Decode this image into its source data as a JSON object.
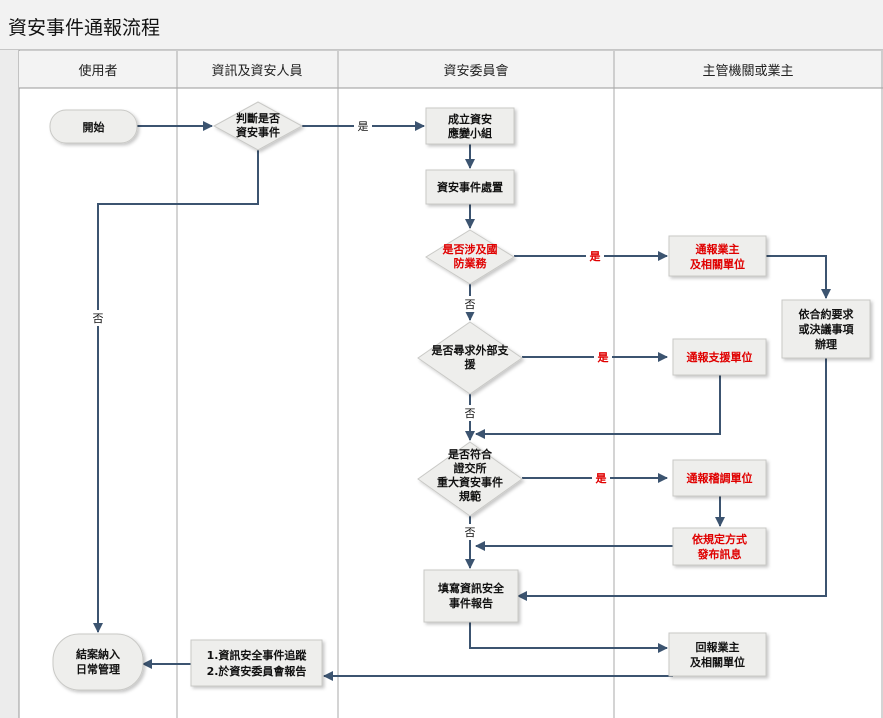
{
  "title": "資安事件通報流程",
  "lanes": [
    "使用者",
    "資訊及資安人員",
    "資安委員會",
    "主管機關或業主"
  ],
  "nodes": {
    "start": "開始",
    "judge": [
      "判斷是否",
      "資安事件"
    ],
    "team": [
      "成立資安",
      "應變小組"
    ],
    "handle": [
      "資安事件處置"
    ],
    "defense": [
      "是否涉及國",
      "防業務"
    ],
    "notify_owner": [
      "通報業主",
      "及相關單位"
    ],
    "contract": [
      "依合約要求",
      "或決議事項",
      "辦理"
    ],
    "external": [
      "是否尋求外部支",
      "援"
    ],
    "notify_support": [
      "通報支援單位"
    ],
    "regulation": [
      "是否符合",
      "證交所",
      "重大資安事件",
      "規範"
    ],
    "notify_audit": [
      "通報稽調單位"
    ],
    "publish": [
      "依規定方式",
      "發布訊息"
    ],
    "fill_report": [
      "填寫資訊安全",
      "事件報告"
    ],
    "report_back": [
      "回報業主",
      "及相關單位"
    ],
    "track": [
      "1.資訊安全事件追蹤",
      "2.於資安委員會報告"
    ],
    "close": [
      "結案納入",
      "日常管理"
    ]
  },
  "edge_labels": {
    "yes1": "是",
    "no1": "否",
    "yes2": "是",
    "no2": "否",
    "yes3": "是",
    "no3": "否",
    "yes4": "是",
    "no4": "否"
  },
  "colors": {
    "box_fill": "#eeeeec",
    "edge": "#3c5470",
    "highlight_text": "#e00000"
  }
}
